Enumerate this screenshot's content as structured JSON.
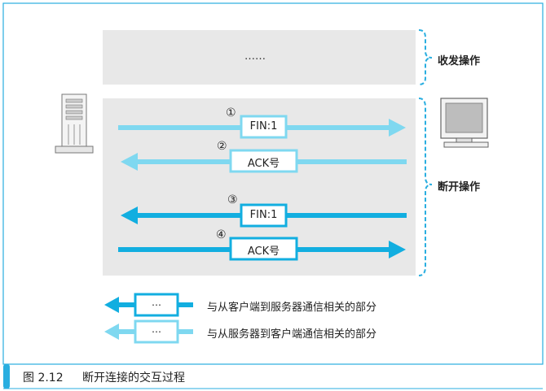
{
  "diagram": {
    "top_panel_text": "……",
    "brace_labels": {
      "send_receive": "收发操作",
      "disconnect": "断开操作"
    },
    "steps": [
      {
        "number": "①",
        "label": "FIN:1",
        "direction": "right",
        "color": "#7fd8f0"
      },
      {
        "number": "②",
        "label": "ACK号",
        "direction": "left",
        "color": "#7fd8f0"
      },
      {
        "number": "③",
        "label": "FIN:1",
        "direction": "left",
        "color": "#12aee0"
      },
      {
        "number": "④",
        "label": "ACK号",
        "direction": "right",
        "color": "#12aee0"
      }
    ],
    "legend": [
      {
        "box_text": "…",
        "text": "与从客户端到服务器通信相关的部分",
        "color": "#12aee0"
      },
      {
        "box_text": "…",
        "text": "与从服务器到客户端通信相关的部分",
        "color": "#7fd8f0"
      }
    ],
    "colors": {
      "panel": "#e8e8e8",
      "brace": "#29aee0",
      "frame": "#29aee0"
    }
  },
  "caption": {
    "figure_number": "图 2.12",
    "title": "断开连接的交互过程"
  }
}
